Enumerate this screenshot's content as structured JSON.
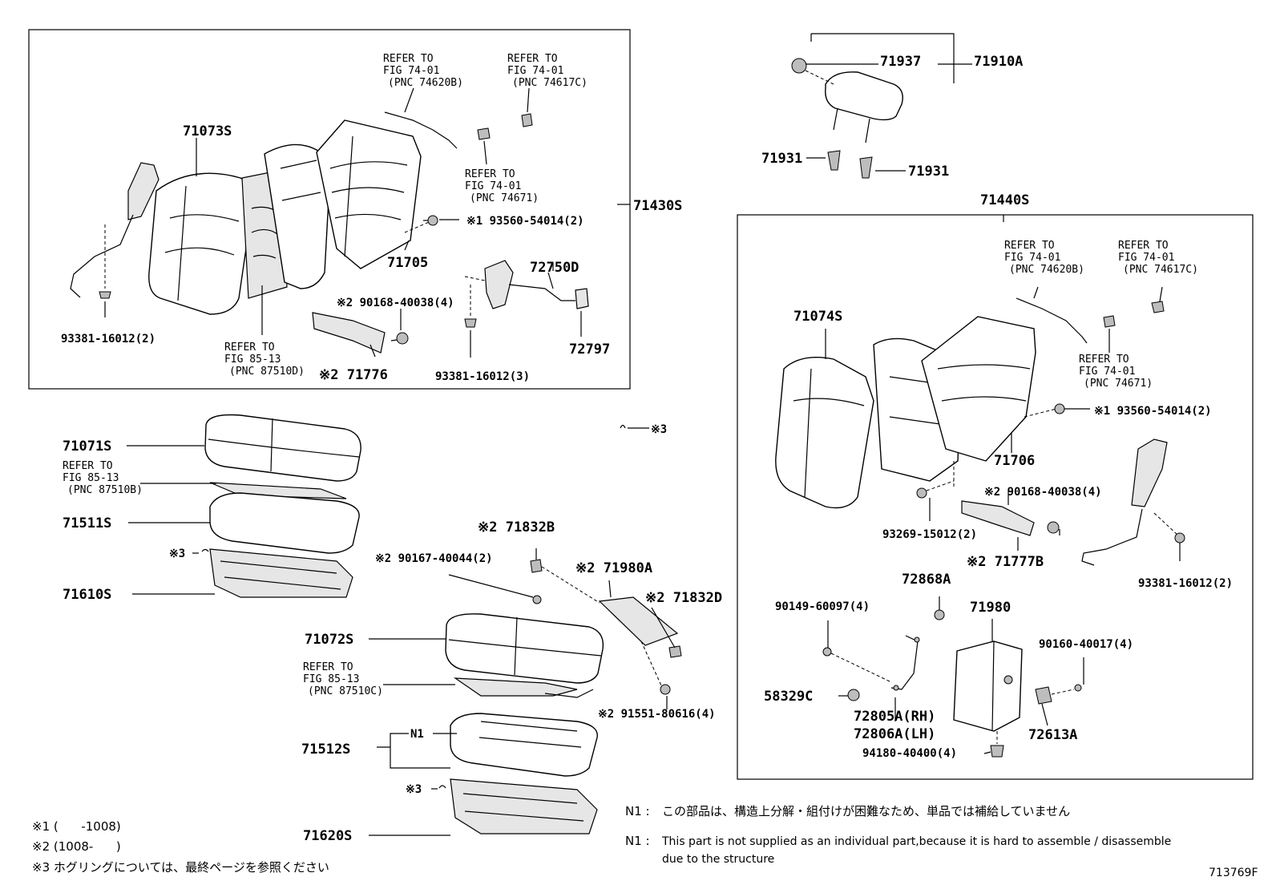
{
  "labels": {
    "p71073S": "71073S",
    "p71430S": "71430S",
    "p71705": "71705",
    "p72750D": "72750D",
    "p72797": "72797",
    "p93381_a": "93381-16012(2)",
    "p93381_b": "93381-16012(3)",
    "p93560_a": "※1 93560-54014(2)",
    "p90168_a": "※2 90168-40038(4)",
    "p71776": "※2 71776",
    "p71937": "71937",
    "p71910A": "71910A",
    "p71931_a": "71931",
    "p71931_b": "71931",
    "p71440S": "71440S",
    "p71074S": "71074S",
    "p71706": "71706",
    "p93560_b": "※1 93560-54014(2)",
    "p90168_b": "※2 90168-40038(4)",
    "p93269": "93269-15012(2)",
    "p71777B": "※2 71777B",
    "p93381_c": "93381-16012(2)",
    "p72868A": "72868A",
    "p71980": "71980",
    "p90149": "90149-60097(4)",
    "p90160": "90160-40017(4)",
    "p58329C": "58329C",
    "p72805A": "72805A(RH)",
    "p72806A": "72806A(LH)",
    "p72613A": "72613A",
    "p94180": "94180-40400(4)",
    "p71071S": "71071S",
    "p71511S": "71511S",
    "p71610S": "71610S",
    "p71072S": "71072S",
    "p71512S": "71512S",
    "p71620S": "71620S",
    "p71832B": "※2 71832B",
    "p90167": "※2 90167-40044(2)",
    "p71980A": "※2 71980A",
    "p71832D": "※2 71832D",
    "p91551": "※2 91551-80616(4)",
    "pN1": "N1",
    "pMark3_a": "※3",
    "pMark3_b": "※3",
    "pMark3_c": "※3"
  },
  "refs": {
    "r1": [
      "REFER TO",
      "FIG 74-01",
      "(PNC 74620B)"
    ],
    "r2": [
      "REFER TO",
      "FIG 74-01",
      "(PNC 74617C)"
    ],
    "r3": [
      "REFER TO",
      "FIG 74-01",
      "(PNC 74671)"
    ],
    "r4": [
      "REFER TO",
      "FIG 85-13",
      "(PNC 87510D)"
    ],
    "r5": [
      "REFER TO",
      "FIG 74-01",
      "(PNC 74620B)"
    ],
    "r6": [
      "REFER TO",
      "FIG 74-01",
      "(PNC 74617C)"
    ],
    "r7": [
      "REFER TO",
      "FIG 74-01",
      "(PNC 74671)"
    ],
    "r8": [
      "REFER TO",
      "FIG 85-13",
      "(PNC 87510B)"
    ],
    "r9": [
      "REFER TO",
      "FIG 85-13",
      "(PNC 87510C)"
    ]
  },
  "legend": {
    "l1": "※1 (      -1008)",
    "l2": "※2 (1008-      )",
    "l3": "※3 ホグリングについては、最終ページを参照ください"
  },
  "notes": {
    "n1_jp_key": "N1 :",
    "n1_jp": "この部品は、構造上分解・組付けが困難なため、単品では補給していません",
    "n1_en_key": "N1 :",
    "n1_en_line1": "This part is not supplied as an individual part,because it is hard to assemble / disassemble",
    "n1_en_line2": "due to the structure"
  },
  "figure_id": "713769F"
}
